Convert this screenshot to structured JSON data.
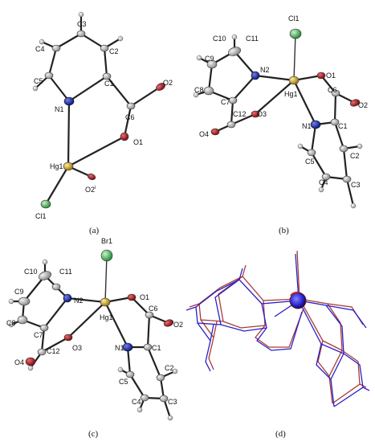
{
  "colors": {
    "carbon": "#b5b5b5",
    "nitrogen": "#1733b8",
    "oxygen": "#b5202a",
    "hydrogen": "#dcdcdc",
    "mercury": "#d2a41e",
    "chlorine": "#4bc06a",
    "bromine": "#5bc07a",
    "overlay_blue": "#2a20c8",
    "overlay_red": "#a83a3a"
  },
  "panels": [
    {
      "caption": "(a)",
      "atoms": {
        "C3": "C3",
        "C4": "C4",
        "C2": "C2",
        "C5": "C5",
        "C1": "C1",
        "O2": "O2",
        "N1": "N1",
        "C6": "C6",
        "O1": "O1",
        "Hg1": "Hg1",
        "O2i": "O2",
        "O2i_sup": "i",
        "Cl1": "Cl1"
      }
    },
    {
      "caption": "(b)",
      "atoms": {
        "Cl1": "Cl1",
        "C10": "C10",
        "C11": "C11",
        "C9": "C9",
        "N2": "N2",
        "O1": "O1",
        "C8": "C8",
        "C7": "C7",
        "Hg1": "Hg1",
        "C6": "C6",
        "O2": "O2",
        "C12": "C12",
        "O3": "O3",
        "O4": "O4",
        "N1": "N1",
        "C1": "C1",
        "C5": "C5",
        "C2": "C2",
        "C4": "C4",
        "C3": "C3"
      }
    },
    {
      "caption": "(c)",
      "atoms": {
        "Br1": "Br1",
        "C10": "C10",
        "C11": "C11",
        "C9": "C9",
        "N2": "N2",
        "O1": "O1",
        "C8": "C8",
        "Hg1": "Hg1",
        "C6": "C6",
        "O2": "O2",
        "C7": "C7",
        "O3": "O3",
        "C12": "C12",
        "O4": "O4",
        "N1": "N1",
        "C1": "C1",
        "C2": "C2",
        "C5": "C5",
        "C4": "C4",
        "C3": "C3"
      }
    },
    {
      "caption": "(d)"
    }
  ]
}
